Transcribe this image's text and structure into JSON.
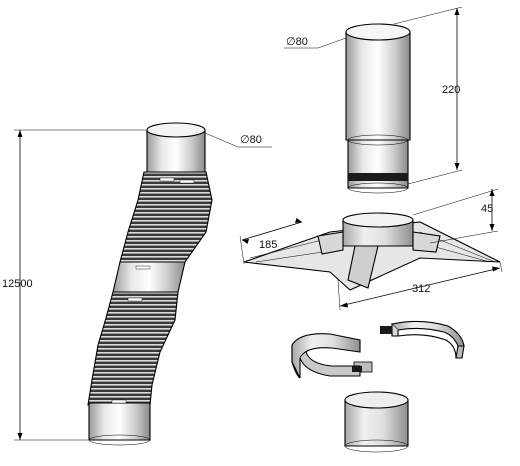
{
  "dimensions": {
    "total_length": "12500",
    "pipe_diameter_left": "∅80",
    "pipe_diameter_top": "∅80",
    "pipe_height": "220",
    "flashing_height": "45",
    "flashing_width": "185",
    "flashing_length": "312"
  }
}
